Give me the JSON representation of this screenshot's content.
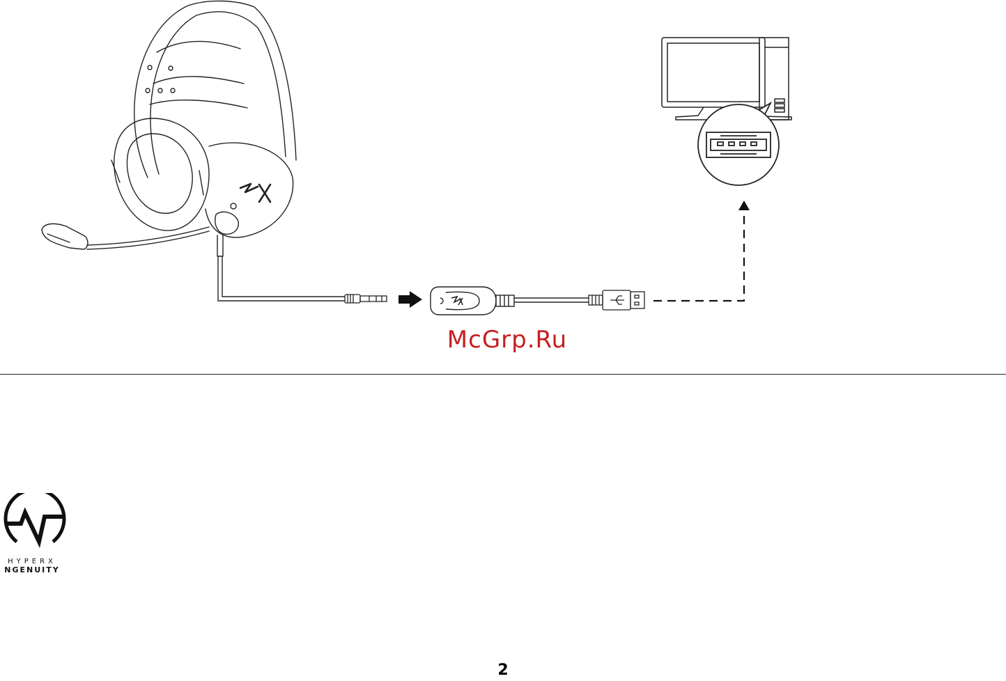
{
  "watermark": "McGrp.Ru",
  "page_number": "2",
  "logo": {
    "brand": "HYPERX",
    "product": "NGENUITY"
  },
  "illustration": {
    "icons": [
      "headset-icon",
      "usb-sound-card-icon",
      "usb-plug-icon",
      "desktop-computer-icon",
      "usb-port-icon"
    ]
  }
}
